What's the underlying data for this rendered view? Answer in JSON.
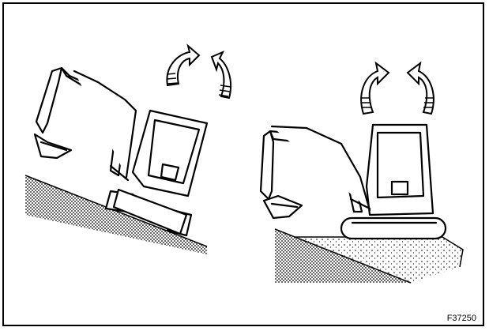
{
  "figure": {
    "id": "F37250"
  },
  "colors": {
    "ink": "#000000",
    "paper": "#ffffff",
    "stipple": "#000000"
  },
  "panels": [
    {
      "name": "excavator-on-slope",
      "icons": [
        "excavator-icon",
        "rotation-arrow-icon",
        "rotation-arrow-icon"
      ]
    },
    {
      "name": "excavator-on-raised-ground",
      "icons": [
        "excavator-icon",
        "rotation-arrow-icon",
        "rotation-arrow-icon"
      ]
    }
  ]
}
